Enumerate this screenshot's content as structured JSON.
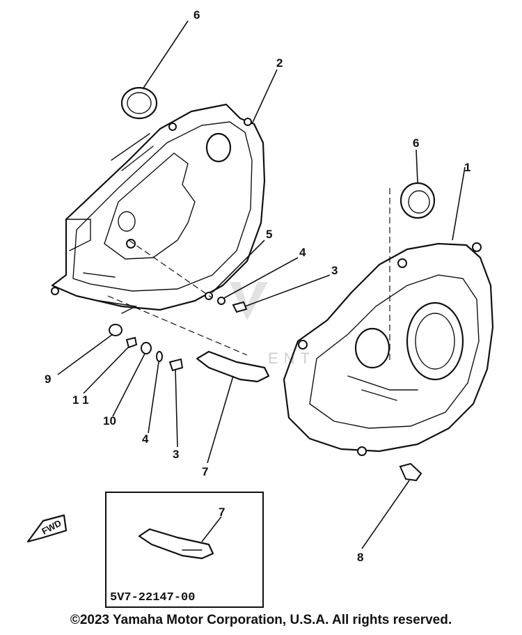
{
  "callouts": {
    "c6_top": "6",
    "c2": "2",
    "c6_right": "6",
    "c1": "1",
    "c5": "5",
    "c4_right": "4",
    "c3_right": "3",
    "c9": "9",
    "c11": "1 1",
    "c10": "10",
    "c4_left": "4",
    "c3_left": "3",
    "c7": "7",
    "c8": "8",
    "c7_inset": "7"
  },
  "inset": {
    "part_number": "5V7-22147-00"
  },
  "fwd_label": "FWD",
  "watermark_text": "ENT",
  "copyright": "©2023 Yamaha Motor Corporation, U.S.A. All rights reserved."
}
